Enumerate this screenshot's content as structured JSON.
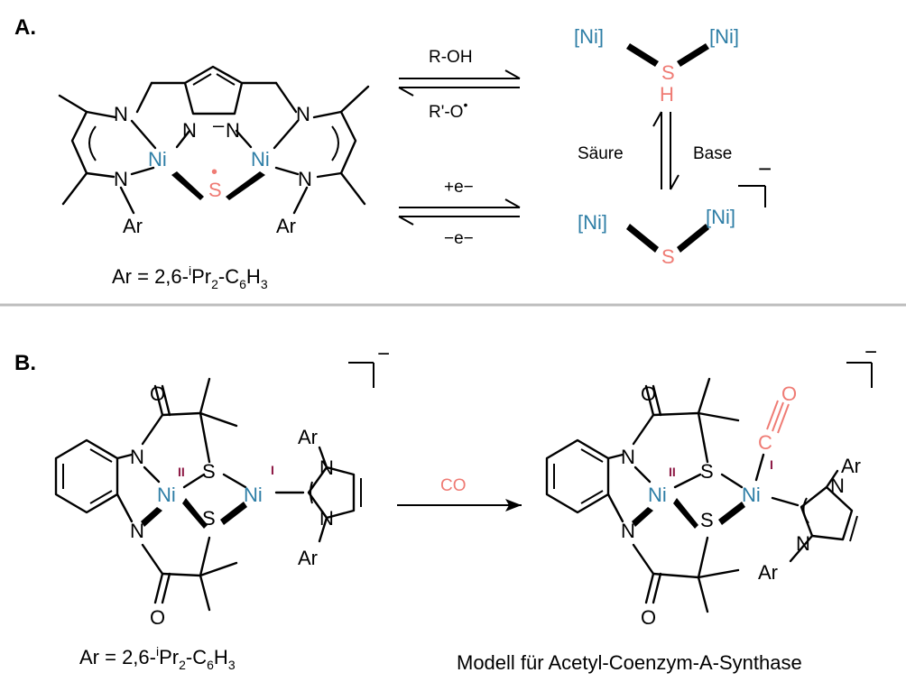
{
  "colors": {
    "black": "#000000",
    "nickel": "#2e7ea6",
    "sulfur": "#ef7b74",
    "oxidation_state": "#8c1743",
    "divider": "#bdbdbd"
  },
  "panel_a": {
    "label": "A.",
    "atoms": {
      "n": "N",
      "ni": "Ni",
      "s": "S",
      "ar": "Ar",
      "radical_dot": "•"
    },
    "caption": {
      "prefix": "Ar = 2,6-",
      "iso_sup": "i",
      "pr": "Pr",
      "sub2": "2",
      "dash_c": "-C",
      "sub6": "6",
      "h": "H",
      "sub3": "3"
    },
    "arrow_top": {
      "above": "R-OH",
      "below_text": "R'-O",
      "below_dot": "•"
    },
    "arrow_bottom": {
      "above": "+e−",
      "below": "−e−"
    },
    "vertical": {
      "left": "Säure",
      "right": "Base"
    },
    "right_top": {
      "ni_left": "[Ni]",
      "ni_right": "[Ni]",
      "s": "S",
      "h": "H"
    },
    "right_bottom": {
      "ni_left": "[Ni]",
      "ni_right": "[Ni]",
      "s": "S",
      "charge": "−"
    }
  },
  "panel_b": {
    "label": "B.",
    "atoms": {
      "n": "N",
      "o": "O",
      "s": "S",
      "ni": "Ni",
      "ar": "Ar",
      "ox2": "II",
      "ox1": "I",
      "c": "C"
    },
    "arrow_label": "CO",
    "caption": {
      "prefix": "Ar = 2,6-",
      "iso_sup": "i",
      "pr": "Pr",
      "sub2": "2",
      "dash_c": "-C",
      "sub6": "6",
      "h": "H",
      "sub3": "3"
    },
    "charge": "−",
    "model_caption": "Modell für Acetyl-Coenzym-A-Synthase"
  }
}
